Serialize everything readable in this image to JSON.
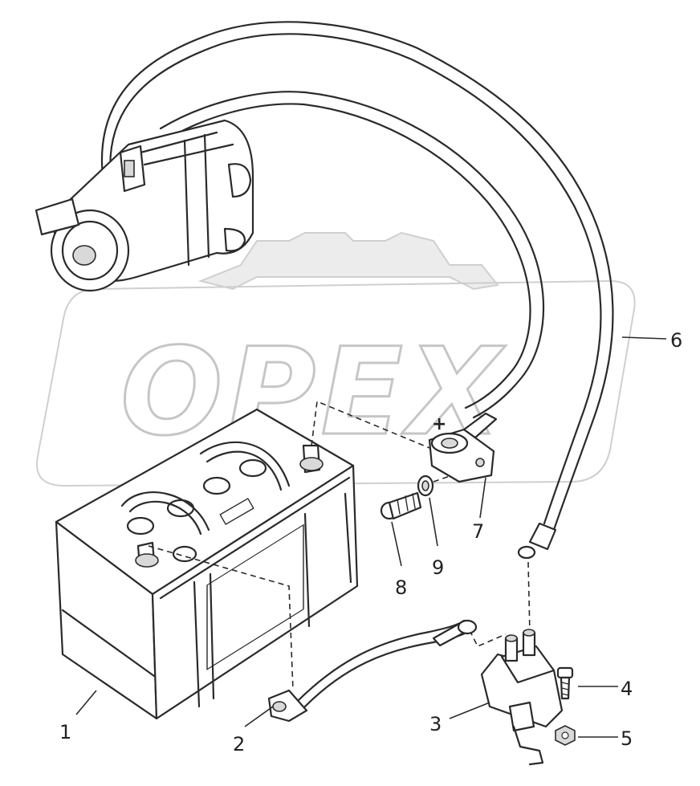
{
  "watermark": {
    "text": "OPEX"
  },
  "callouts": [
    {
      "id": "1",
      "label": "1"
    },
    {
      "id": "2",
      "label": "2"
    },
    {
      "id": "3",
      "label": "3"
    },
    {
      "id": "4",
      "label": "4"
    },
    {
      "id": "5",
      "label": "5"
    },
    {
      "id": "6",
      "label": "6"
    },
    {
      "id": "7",
      "label": "7"
    },
    {
      "id": "8",
      "label": "8"
    },
    {
      "id": "9",
      "label": "9"
    }
  ],
  "polarity_mark": "+"
}
